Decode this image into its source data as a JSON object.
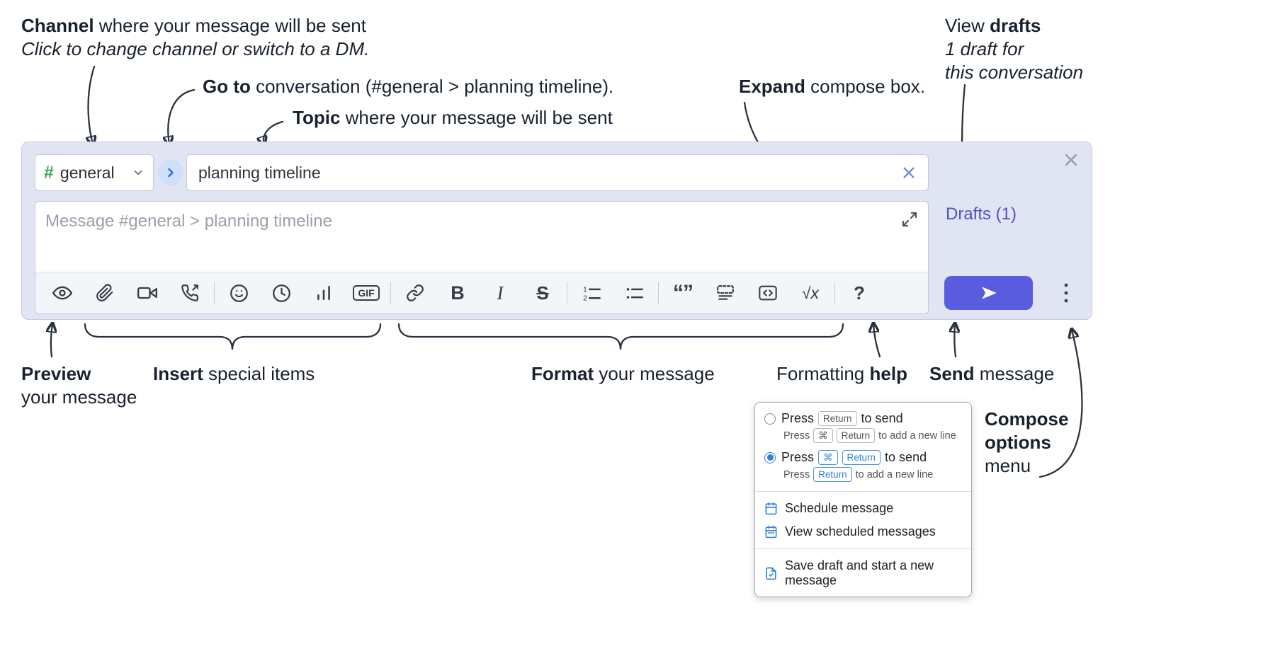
{
  "annotations": {
    "channel_bold": "Channel",
    "channel_rest": " where your message will be sent",
    "channel_sub": "Click to change channel or switch to a DM.",
    "goto_bold": "Go to",
    "goto_rest": " conversation (#general > planning timeline).",
    "topic_bold": "Topic",
    "topic_rest": " where your message will be sent",
    "expand_bold": "Expand",
    "expand_rest": " compose box.",
    "drafts_pre": "View ",
    "drafts_bold": "drafts",
    "drafts_sub1": "1 draft for",
    "drafts_sub2": "this conversation",
    "preview_bold": "Preview",
    "preview_rest": "your message",
    "insert_bold": "Insert",
    "insert_rest": " special items",
    "format_bold": "Format",
    "format_rest": " your message",
    "help_pre": "Formatting ",
    "help_bold": "help",
    "send_bold": "Send",
    "send_rest": " message",
    "compose_opts_line1": "Compose",
    "compose_opts_line2": "options",
    "compose_opts_line3": "menu"
  },
  "compose": {
    "channel_hash": "#",
    "channel_name": "general",
    "topic_value": "planning timeline",
    "message_placeholder": "Message #general > planning timeline",
    "drafts_link": "Drafts (1)"
  },
  "toolbar": {
    "gif": "GIF",
    "bold": "B",
    "italic": "I",
    "strike": "S",
    "quote": "“”",
    "math": "√x",
    "help": "?"
  },
  "menu": {
    "opt1_press": "Press",
    "opt1_key": "Return",
    "opt1_tail": "to send",
    "opt1_sub_press": "Press",
    "opt1_sub_key1": "⌘",
    "opt1_sub_key2": "Return",
    "opt1_sub_tail": "to add a new line",
    "opt2_press": "Press",
    "opt2_key1": "⌘",
    "opt2_key2": "Return",
    "opt2_tail": "to send",
    "opt2_sub_press": "Press",
    "opt2_sub_key": "Return",
    "opt2_sub_tail": "to add a new line",
    "item_schedule": "Schedule message",
    "item_view_scheduled": "View scheduled messages",
    "item_save_draft": "Save draft and start a new message"
  },
  "colors": {
    "compose_bg": "#e1e4f3",
    "send_button": "#5a5ce0",
    "drafts_link": "#4b53c8",
    "channel_hash_green": "#3ba55d",
    "accent_blue": "#2f7fe0"
  }
}
